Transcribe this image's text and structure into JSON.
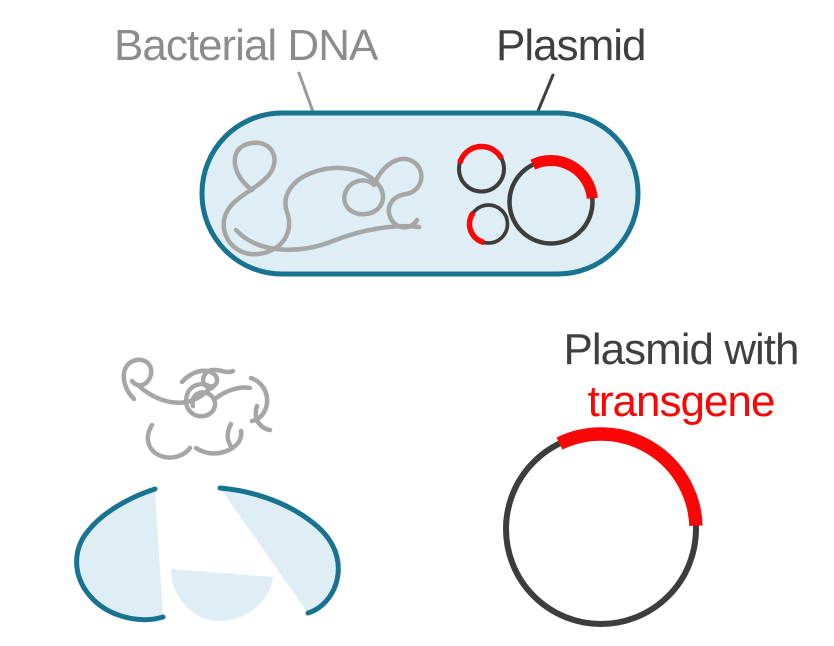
{
  "labels": {
    "bacterial_dna": "Bacterial DNA",
    "plasmid": "Plasmid",
    "plasmid_with": "Plasmid with",
    "transgene": "transgene"
  },
  "colors": {
    "background": "#ffffff",
    "cell_fill": "#dfeef5",
    "cell_border": "#177390",
    "dna_gray": "#a6a6a6",
    "leader_gray": "#9a9a9a",
    "plasmid_dark": "#3d3d3d",
    "transgene_red": "#fa0606",
    "label_gray": "#8c8c8c",
    "label_dark": "#3f3f3f"
  },
  "diagram": {
    "type": "biology-illustration",
    "parts": [
      "bacterium-cell",
      "bacterial-dna-tangle",
      "plasmid-small-top",
      "plasmid-small-bottom",
      "plasmid-large",
      "lysed-cell-fragments",
      "released-dna-fragments",
      "transgene-plasmid"
    ]
  }
}
